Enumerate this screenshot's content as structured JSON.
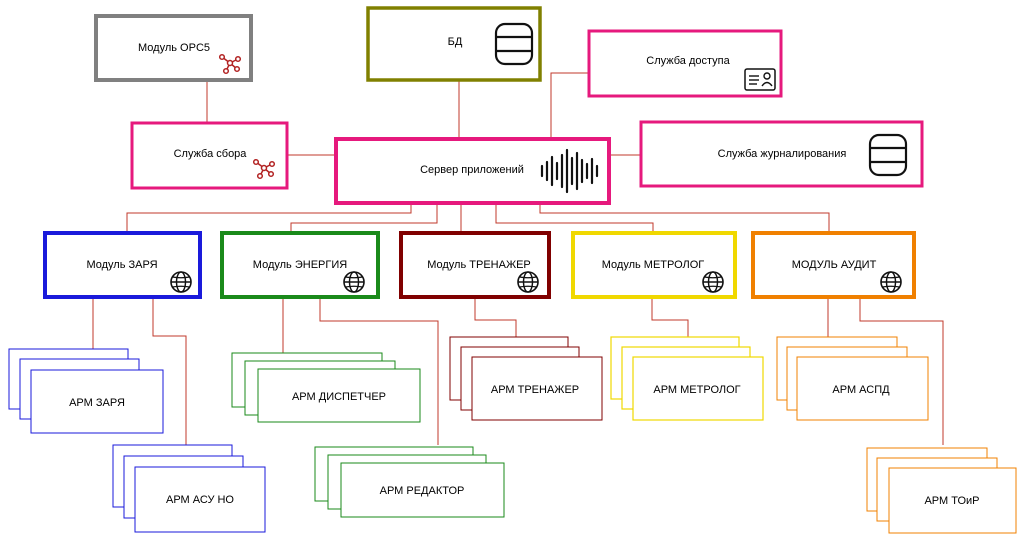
{
  "colors": {
    "connector": "#c0392b",
    "opc": "#808080",
    "db": "#808000",
    "service": "#e6197d",
    "zarya": "#1a1adb",
    "energy": "#1a8a1a",
    "trainer": "#800000",
    "metrolog": "#f0d800",
    "audit": "#f08000"
  },
  "nodes": {
    "opc": {
      "label": "Модуль OPC5",
      "icon": "network-icon"
    },
    "db": {
      "label": "БД",
      "icon": "database-icon"
    },
    "access": {
      "label": "Служба доступа",
      "icon": "id-card-icon"
    },
    "collect": {
      "label": "Служба сбора",
      "icon": "network-icon"
    },
    "server": {
      "label": "Сервер приложений",
      "icon": "audio-wave-icon"
    },
    "journal": {
      "label": "Служба журналирования",
      "icon": "database-icon"
    },
    "m_zarya": {
      "label": "Модуль ЗАРЯ",
      "icon": "globe-icon"
    },
    "m_energy": {
      "label": "Модуль ЭНЕРГИЯ",
      "icon": "globe-icon"
    },
    "m_trainer": {
      "label": "Модуль ТРЕНАЖЕР",
      "icon": "globe-icon"
    },
    "m_metrolog": {
      "label": "Модуль МЕТРОЛОГ",
      "icon": "globe-icon"
    },
    "m_audit": {
      "label": "МОДУЛЬ АУДИТ",
      "icon": "globe-icon"
    }
  },
  "workstations": {
    "zarya": "АРМ ЗАРЯ",
    "asu": "АРМ АСУ НО",
    "dispatcher": "АРМ ДИСПЕТЧЕР",
    "editor": "АРМ РЕДАКТОР",
    "trainer": "АРМ ТРЕНАЖЕР",
    "metrolog": "АРМ МЕТРОЛОГ",
    "aspd": "АРМ АСПД",
    "toir": "АРМ ТОиР"
  }
}
